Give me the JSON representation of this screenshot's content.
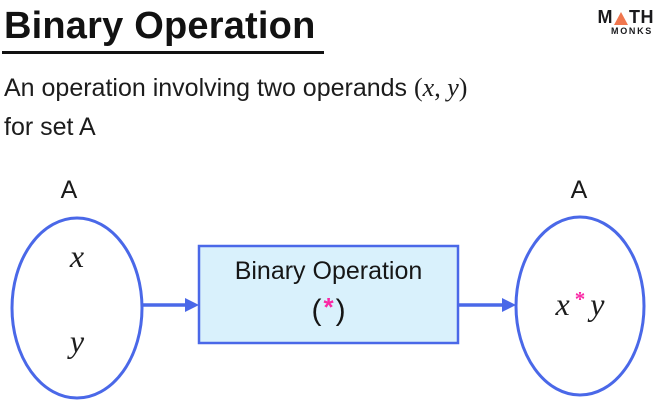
{
  "header": {
    "title": "Binary Operation",
    "logo": {
      "math_m": "M",
      "math_th": "TH",
      "monks": "MONKS",
      "triangle_color": "#F0764E"
    }
  },
  "subtitle": {
    "line1_text": "An operation involving two operands ",
    "paren_open": "(",
    "operand_x": "x",
    "comma": ", ",
    "operand_y": "y",
    "paren_close": ")",
    "line2": "for set A"
  },
  "diagram": {
    "colors": {
      "stroke_blue": "#4A68E8",
      "box_fill": "#D9F1FC",
      "operator_pink": "#FA28A5"
    },
    "left_set": {
      "label": "A",
      "element_top": "x",
      "element_bottom": "y"
    },
    "process_box": {
      "title": "Binary Operation",
      "paren_open": "(",
      "operator": "*",
      "paren_close": ")"
    },
    "right_set": {
      "label": "A",
      "expr_left": "x",
      "expr_operator": "*",
      "expr_right": "y"
    }
  }
}
